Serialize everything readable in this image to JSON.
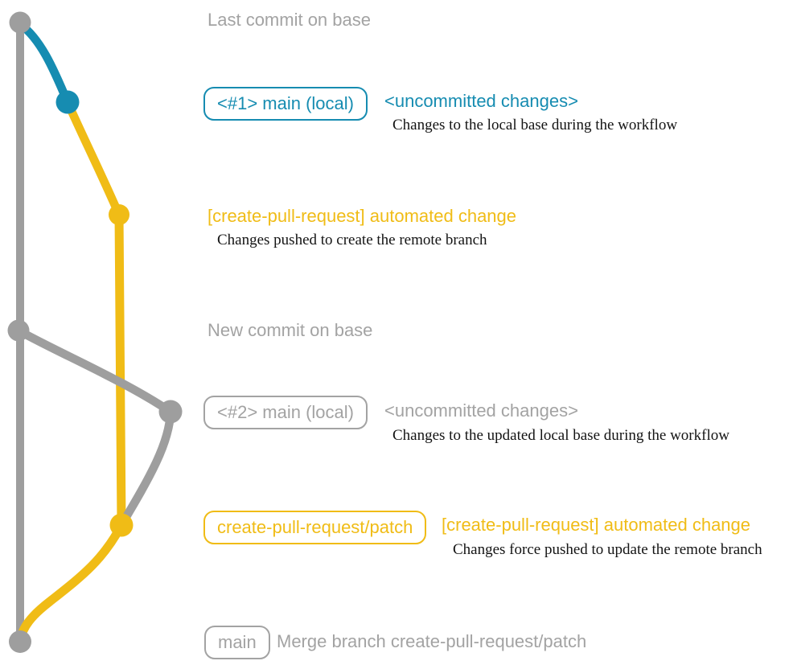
{
  "diagram_title": "create-pull-request workflow git graph",
  "colors": {
    "base_branch_gray": "#9e9e9e",
    "local_main_blue": "#168cb1",
    "patch_branch_yellow": "#f0bc16",
    "caption_gray": "#a3a3a3",
    "description_text": "#141414",
    "background": "#ffffff"
  },
  "labels": {
    "caption_top": "Last commit on base",
    "caption_mid": "New commit on base"
  },
  "rows": {
    "r1": {
      "badge": "<#1> main (local)",
      "title": "<uncommitted changes>",
      "desc": "Changes to the local base during the workflow"
    },
    "r2": {
      "title": "[create-pull-request] automated change",
      "desc": "Changes pushed to create the remote branch"
    },
    "r3": {
      "badge": "<#2> main (local)",
      "title": "<uncommitted changes>",
      "desc": "Changes to the updated local base during the workflow"
    },
    "r4": {
      "badge": "create-pull-request/patch",
      "title": "[create-pull-request] automated change",
      "desc": "Changes force pushed to update the remote branch"
    },
    "r5": {
      "badge": "main",
      "title": "Merge branch create-pull-request/patch"
    }
  },
  "graph": {
    "branches": [
      "base",
      "main (local)",
      "create-pull-request/patch"
    ],
    "commits": [
      {
        "name": "last-commit-on-base",
        "branch": "base",
        "color": "gray"
      },
      {
        "name": "uncommitted-changes-1",
        "branch": "main (local)",
        "color": "blue"
      },
      {
        "name": "automated-change-1",
        "branch": "create-pull-request/patch",
        "color": "yellow"
      },
      {
        "name": "new-commit-on-base",
        "branch": "base",
        "color": "gray"
      },
      {
        "name": "uncommitted-changes-2",
        "branch": "main (local)",
        "color": "gray"
      },
      {
        "name": "automated-change-2",
        "branch": "create-pull-request/patch",
        "color": "yellow"
      },
      {
        "name": "merge-branch-commit",
        "branch": "main",
        "color": "gray"
      }
    ]
  }
}
